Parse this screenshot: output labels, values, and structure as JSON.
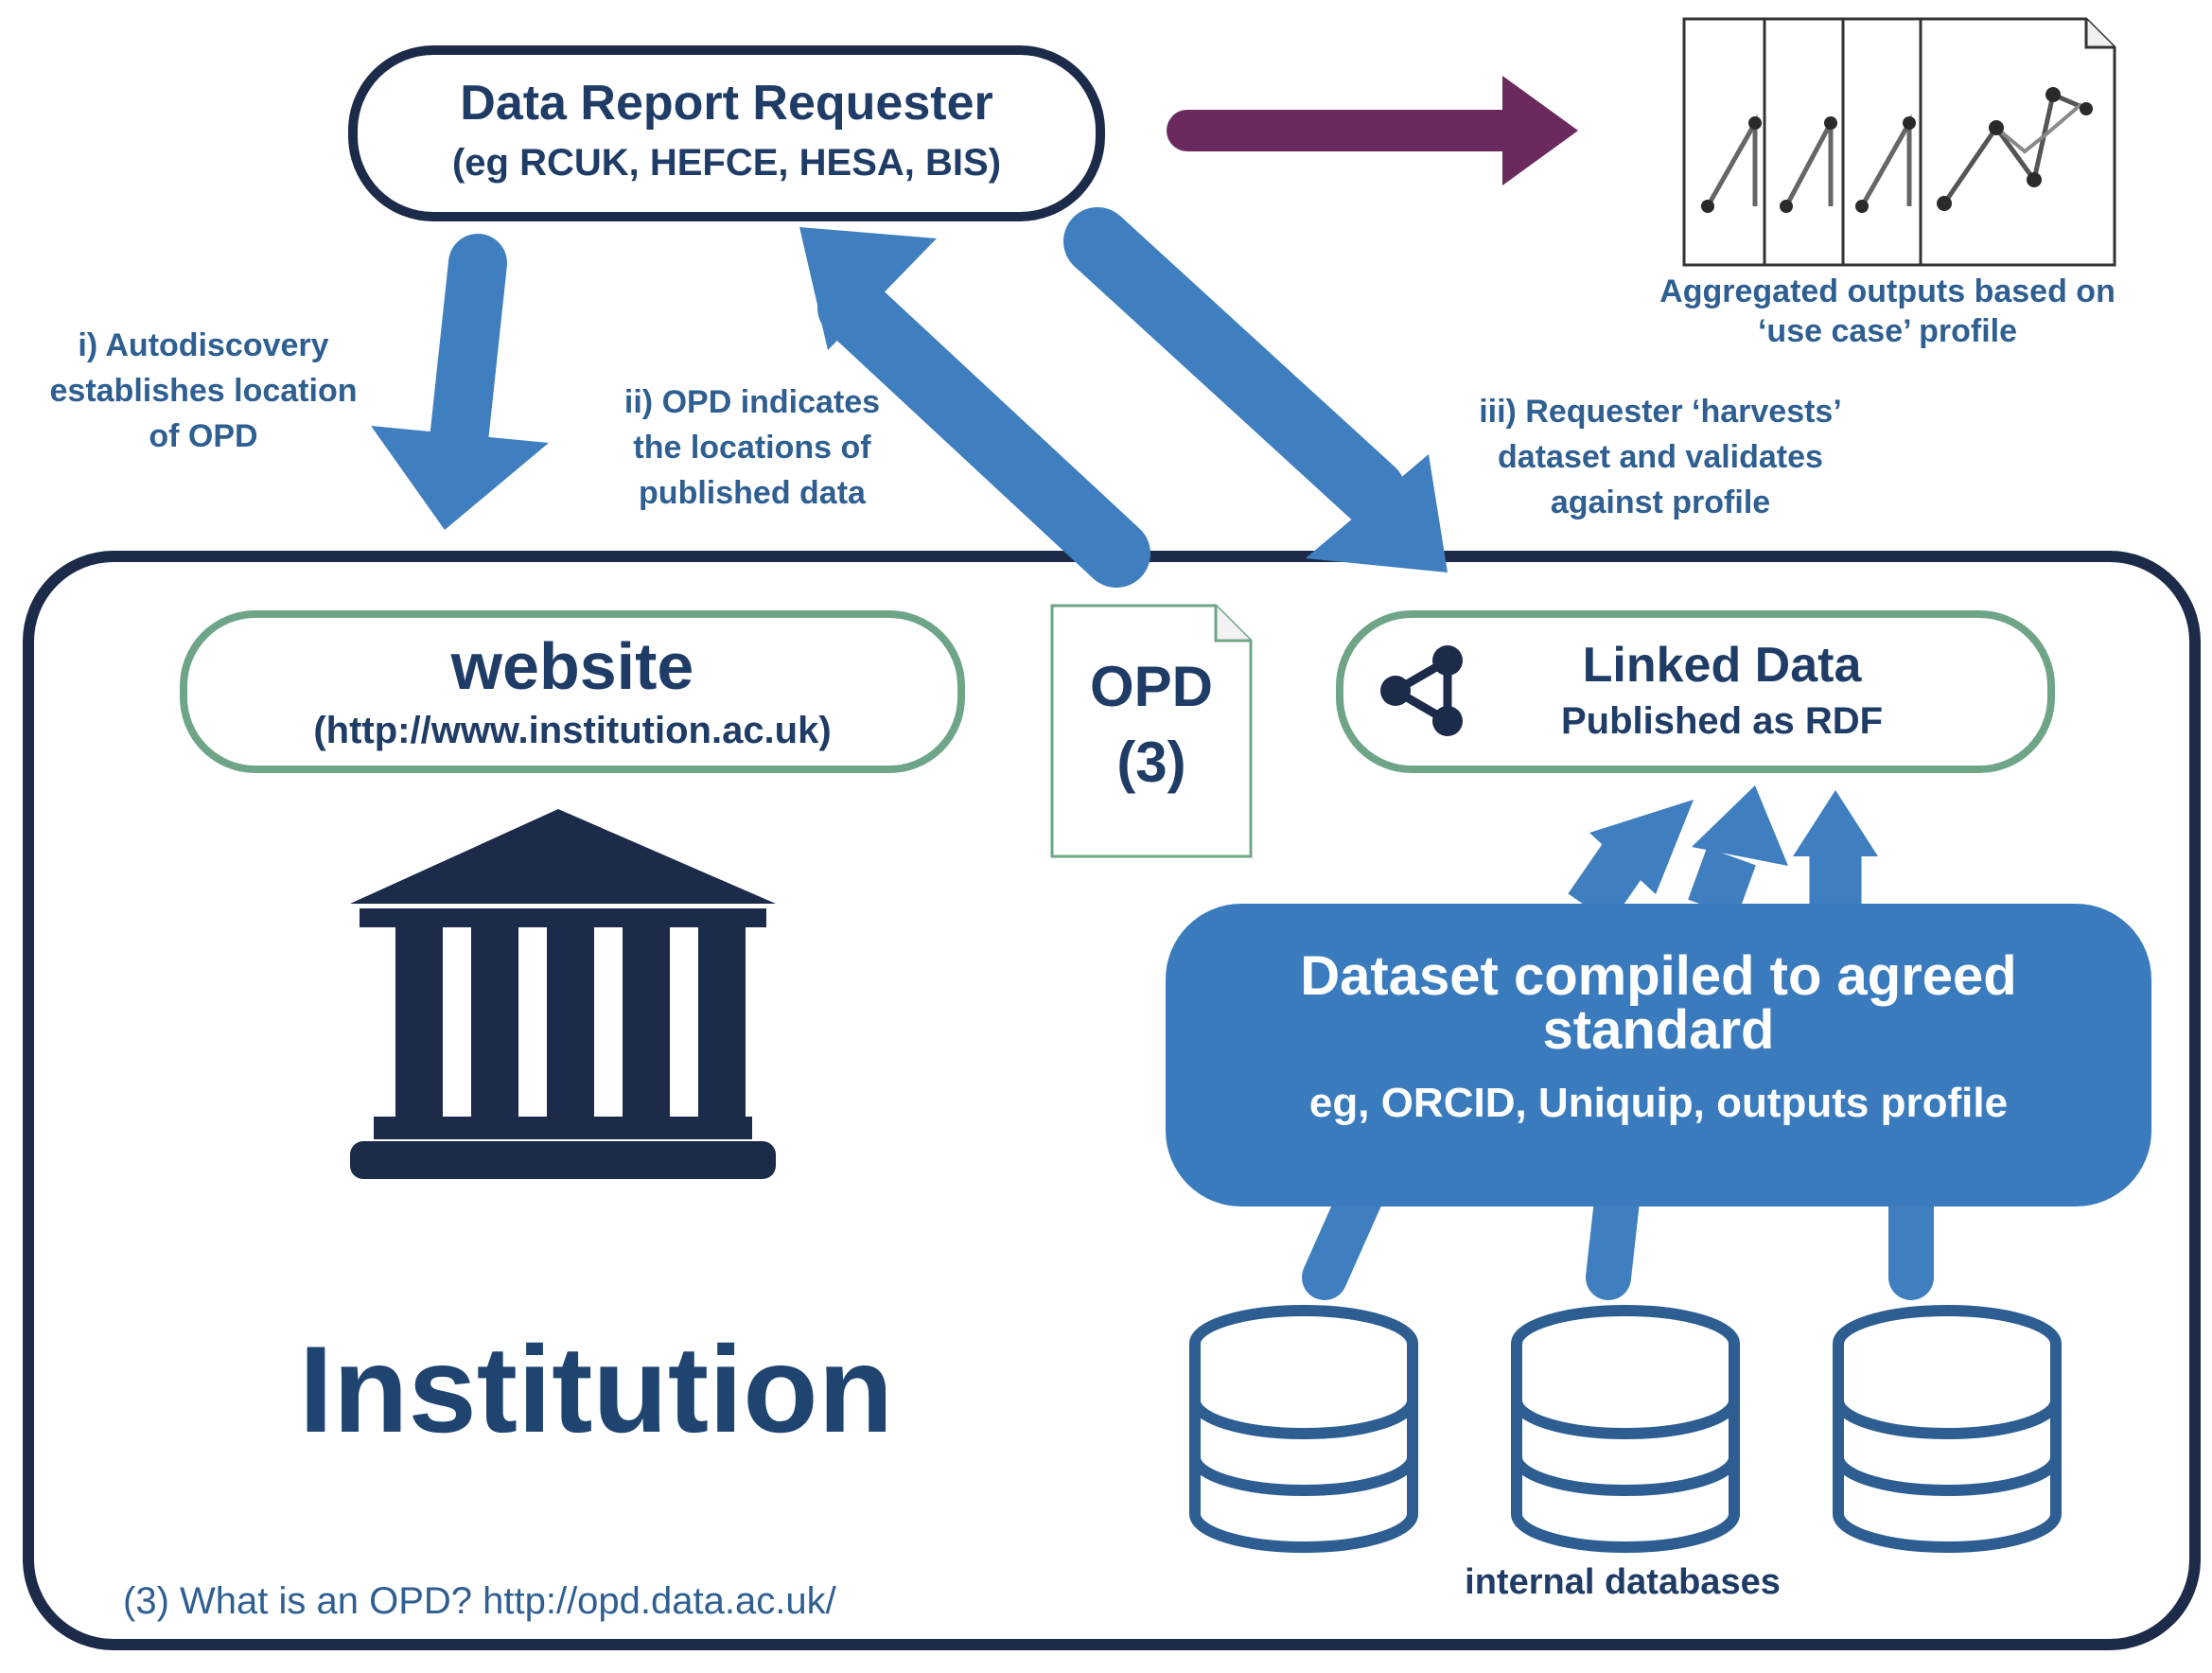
{
  "colors": {
    "navy": "#1c2b4a",
    "blue_arrow": "#3f7fbf",
    "purple_arrow": "#6b2a5e",
    "green_border": "#6fa587",
    "dataset_fill": "#3a7bbd",
    "text_blue": "#2f5f91"
  },
  "requester": {
    "title": "Data Report Requester",
    "subtitle": "(eg RCUK, HEFCE, HESA, BIS)"
  },
  "outputs": {
    "caption_line1": "Aggregated outputs based on",
    "caption_line2": "‘use case’ profile",
    "icon": "line-chart-document-icon"
  },
  "steps": {
    "step1": {
      "line1": "i) Autodiscovery",
      "line2": "establishes location",
      "line3": "of OPD"
    },
    "step2": {
      "line1": "ii) OPD indicates",
      "line2": "the locations of",
      "line3": "published data"
    },
    "step3": {
      "line1": "iii) Requester ‘harvests’",
      "line2": "dataset and validates",
      "line3": "against profile"
    }
  },
  "website": {
    "title": "website",
    "url": "(http://www.institution.ac.uk)"
  },
  "opd": {
    "line1": "OPD",
    "line2": "(3)"
  },
  "linked_data": {
    "title": "Linked Data",
    "subtitle": "Published as RDF",
    "icon": "share-icon"
  },
  "dataset": {
    "title_line1": "Dataset compiled to agreed",
    "title_line2": "standard",
    "subtitle": "eg, ORCID, Uniquip, outputs profile"
  },
  "institution": {
    "label": "Institution",
    "icon": "institution-building-icon"
  },
  "databases": {
    "label": "internal databases",
    "icon": "database-icon"
  },
  "footnote": "(3) What is an OPD? http://opd.data.ac.uk/"
}
